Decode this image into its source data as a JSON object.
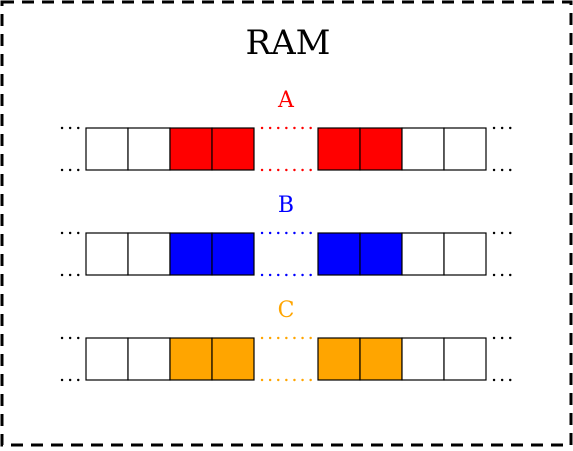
{
  "title": "RAM",
  "colors": {
    "frame": "#000000",
    "cell_border": "#000000",
    "empty_cell": "#ffffff"
  },
  "arrays": [
    {
      "label": "A",
      "color": "#ff0000",
      "cells_left": [
        "empty",
        "empty",
        "filled",
        "filled"
      ],
      "cells_right": [
        "filled",
        "filled",
        "empty",
        "empty"
      ]
    },
    {
      "label": "B",
      "color": "#0000ff",
      "cells_left": [
        "empty",
        "empty",
        "filled",
        "filled"
      ],
      "cells_right": [
        "filled",
        "filled",
        "empty",
        "empty"
      ]
    },
    {
      "label": "C",
      "color": "#ffa500",
      "cells_left": [
        "empty",
        "empty",
        "filled",
        "filled"
      ],
      "cells_right": [
        "filled",
        "filled",
        "empty",
        "empty"
      ]
    }
  ]
}
